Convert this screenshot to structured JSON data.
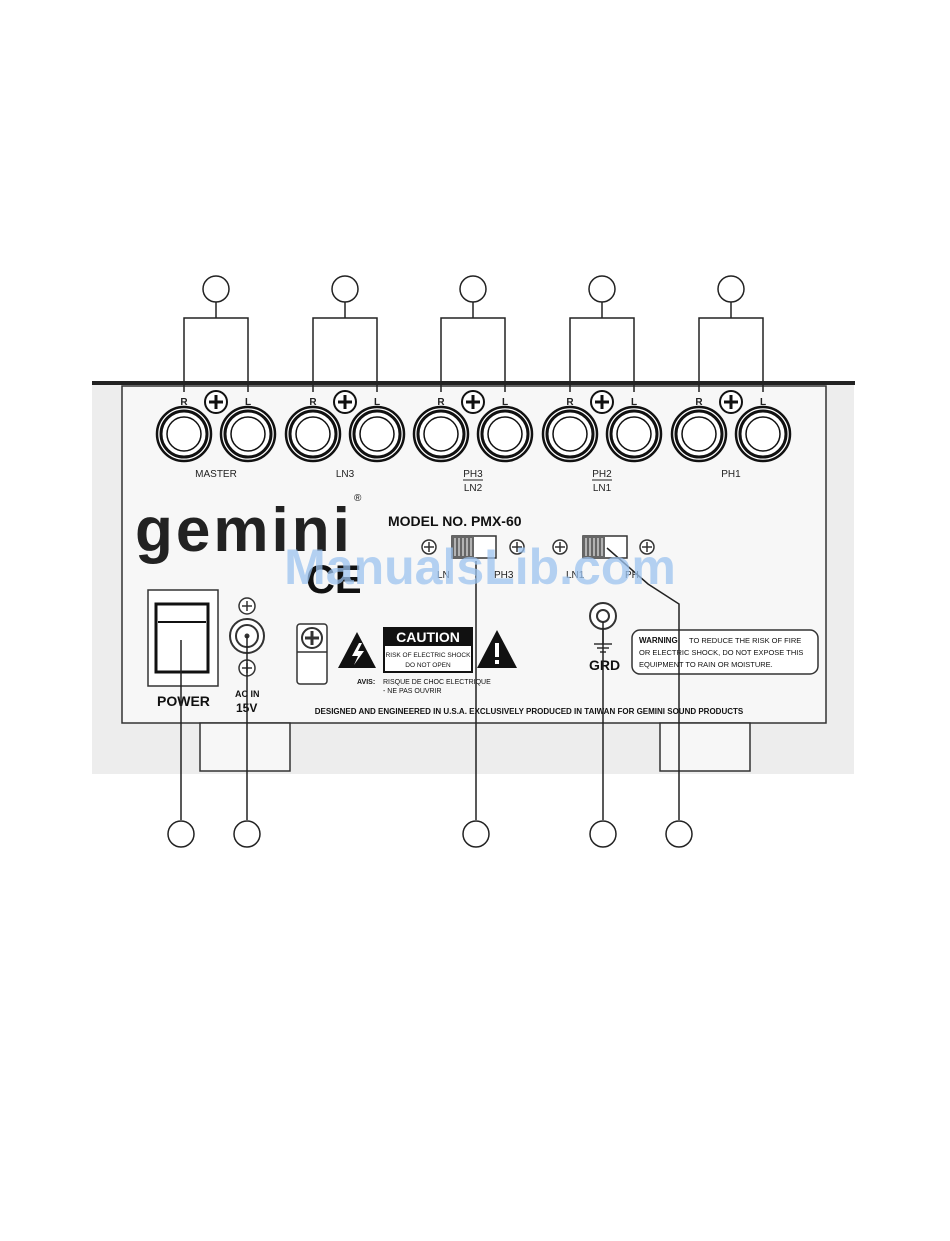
{
  "panel": {
    "jack_pairs": [
      {
        "r": "R",
        "l": "L",
        "label": "MASTER",
        "label2": ""
      },
      {
        "r": "R",
        "l": "L",
        "label": "LN3",
        "label2": ""
      },
      {
        "r": "R",
        "l": "L",
        "label": "PH3",
        "label2": "LN2"
      },
      {
        "r": "R",
        "l": "L",
        "label": "PH2",
        "label2": "LN1"
      },
      {
        "r": "R",
        "l": "L",
        "label": "PH1",
        "label2": ""
      }
    ],
    "brand": "gemini",
    "ce_mark": "CE",
    "model": "MODEL NO. PMX-60",
    "switch1": {
      "left": "LN",
      "right": "PH3"
    },
    "switch2": {
      "left": "LN1",
      "right": "PH"
    },
    "power_label": "POWER",
    "ac_in": "AC IN",
    "voltage": "15V",
    "ground": "GRD",
    "caution": {
      "title": "CAUTION",
      "line1": "RISK OF ELECTRIC SHOCK",
      "line2": "DO NOT OPEN"
    },
    "avis": {
      "label": "AVIS:",
      "line1": "RISQUE DE CHOC ELECTRIQUE",
      "line2": "- NE PAS OUVRIR"
    },
    "warning": {
      "label": "WARNING:",
      "line1": "TO REDUCE THE RISK OF FIRE",
      "line2": "OR ELECTRIC SHOCK, DO NOT EXPOSE THIS",
      "line3": "EQUIPMENT TO RAIN OR MOISTURE."
    },
    "footer": "DESIGNED AND ENGINEERED IN U.S.A. EXCLUSIVELY PRODUCED IN TAIWAN FOR GEMINI SOUND PRODUCTS"
  },
  "watermark": "ManualsLib.com"
}
